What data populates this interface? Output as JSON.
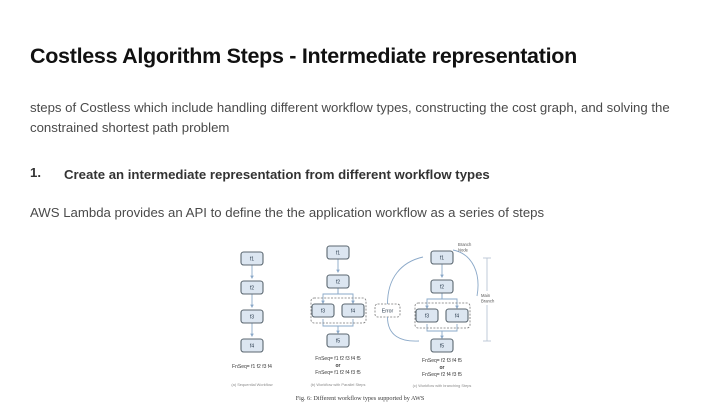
{
  "slide": {
    "title": "Costless Algorithm Steps - Intermediate representation",
    "paragraph_1": "steps of Costless which include handling different workflow types, constructing the cost graph, and solving the constrained shortest path problem",
    "list_item": {
      "number": "1.",
      "text": "Create an intermediate representation from different workflow types"
    },
    "paragraph_2": "AWS Lambda provides an API to define the the application workflow as a series of steps"
  },
  "figure": {
    "caption": "Fig. 6: Different workflow types supported by AWS",
    "panels": [
      {
        "id": "a",
        "subcaption": "(a) Sequential Workflow",
        "nodes": [
          "f1",
          "f2",
          "f3",
          "f4"
        ],
        "fnseq": [
          "FnSeq= f1 f2 f3 f4"
        ],
        "or_label": ""
      },
      {
        "id": "b",
        "subcaption": "(b) Workflow with Parallel Steps",
        "nodes": [
          "f1",
          "f2",
          "f3",
          "f4",
          "f5"
        ],
        "fnseq": [
          "FnSeq= f1 f2 f3 f4 f5",
          "FnSeq= f1 f2 f4 f3 f5"
        ],
        "or_label": "or"
      },
      {
        "id": "c",
        "subcaption": "(c) Workflow with branching Steps",
        "nodes": [
          "f1",
          "f2",
          "f3",
          "f4",
          "f5"
        ],
        "error_node": "Error",
        "branch_label_line1": "Branch",
        "branch_label_line2": "Node",
        "main_branch_line1": "Main",
        "main_branch_line2": "Branch",
        "fnseq": [
          "FnSeq= f2 f3 f4 f5",
          "FnSeq= f2 f4 f3 f5"
        ],
        "or_label": "or"
      }
    ]
  },
  "colors": {
    "title": "#111111",
    "body_text": "#4a4a4a",
    "list_text": "#333333",
    "node_fill": "#dce6f1",
    "node_stroke": "#5b6770",
    "connector": "#8aa8c8",
    "dashed_box": "#777777",
    "background": "#ffffff"
  }
}
